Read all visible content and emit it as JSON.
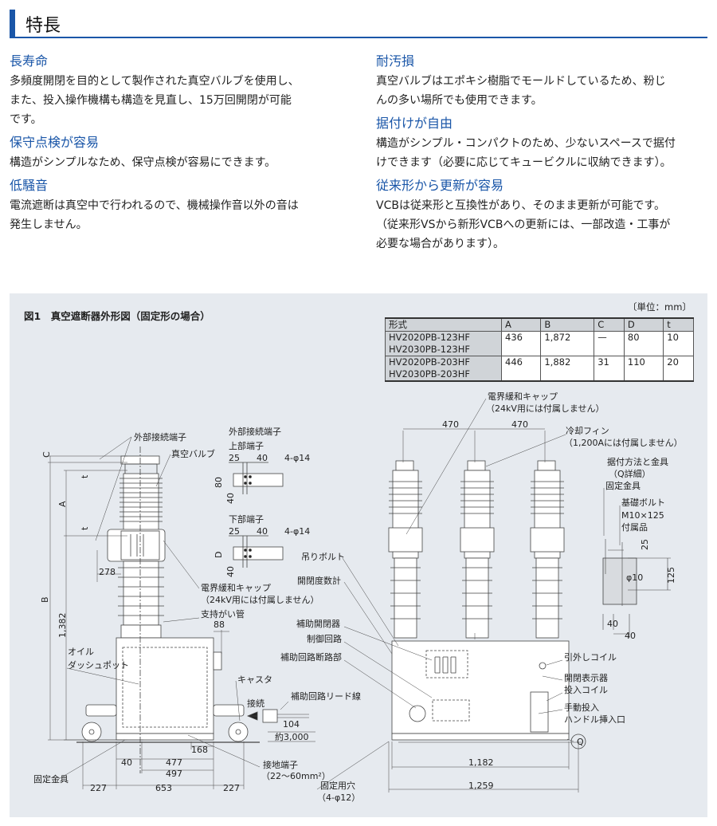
{
  "header": {
    "title": "特長"
  },
  "features_left": [
    {
      "title": "長寿命",
      "lines": [
        "多頻度開閉を目的として製作された真空バルブを使用し、",
        "また、投入操作機構も構造を見直し、15万回開閉が可能",
        "です。"
      ]
    },
    {
      "title": "保守点検が容易",
      "lines": [
        "構造がシンプルなため、保守点検が容易にできます。"
      ]
    },
    {
      "title": "低騒音",
      "lines": [
        "電流遮断は真空中で行われるので、機械操作音以外の音は",
        "発生しません。"
      ]
    }
  ],
  "features_right": [
    {
      "title": "耐汚損",
      "lines": [
        "真空バルブはエポキシ樹脂でモールドしているため、粉じ",
        "んの多い場所でも使用できます。"
      ]
    },
    {
      "title": "据付けが自由",
      "lines": [
        "構造がシンプル・コンパクトのため、少ないスペースで据付",
        "けできます（必要に応じてキュービクルに収納できます）。"
      ]
    },
    {
      "title": "従来形から更新が容易",
      "lines": [
        "VCBは従来形と互換性があり、そのまま更新が可能です。",
        "（従来形VSから新形VCBへの更新には、一部改造・工事が",
        "必要な場合があります）。"
      ]
    }
  ],
  "figure": {
    "title": "図1　真空遮断器外形図（固定形の場合）",
    "unit": "〔単位：mm〕",
    "table": {
      "headers": [
        "形式",
        "A",
        "B",
        "C",
        "D",
        "t"
      ],
      "rows": [
        {
          "model1": "HV2020PB-123HF",
          "model2": "HV2030PB-123HF",
          "A": "436",
          "B": "1,872",
          "C": "—",
          "D": "80",
          "t": "10"
        },
        {
          "model1": "HV2020PB-203HF",
          "model2": "HV2030PB-203HF",
          "A": "446",
          "B": "1,882",
          "C": "31",
          "D": "110",
          "t": "20"
        }
      ]
    },
    "left_labels": {
      "ext_terminal": "外部接続端子",
      "vacuum_valve": "真空バルブ",
      "ext_terminal2": "外部接続端子",
      "upper_terminal": "上部端子",
      "lower_terminal": "下部端子",
      "d25": "25",
      "d40": "40",
      "hole": "4-φ14",
      "d80": "80",
      "dD": "D",
      "C": "C",
      "t": "t",
      "A": "A",
      "B": "B",
      "d1382": "1,382",
      "d278": "278",
      "cap": "電界緩和キャップ",
      "cap_note": "（24kV用には付属しません）",
      "insulator": "支持がい管",
      "d88": "88",
      "oil": "オイル",
      "dashpot": "ダッシュポット",
      "caster": "キャスタ",
      "connect": "接続",
      "lead": "補助回路リード線",
      "d104": "104",
      "d3000": "約3,000",
      "d168": "168",
      "d477": "477",
      "d497": "497",
      "d227": "227",
      "d653": "653",
      "fix_bracket": "固定金具",
      "ground": "接地端子",
      "ground_note": "（22〜60mm²）"
    },
    "right_labels": {
      "hang_bolt": "吊りボルト",
      "counter": "開閉度数計",
      "aux_switch": "補助開閉器",
      "control": "制御回路",
      "aux_disc": "補助回路断路部",
      "cap": "電界緩和キャップ",
      "cap_note": "（24kV用には付属しません）",
      "d470": "470",
      "fin": "冷却フィン",
      "fin_note": "（1,200Aには付属しません）",
      "install": "据付方法と金具",
      "q_detail": "（Q詳細）",
      "fix_bracket": "固定金具",
      "anchor": "基礎ボルト",
      "anchor_size": "M10×125",
      "accessory": "付属品",
      "d25": "25",
      "phi10": "φ10",
      "d125": "125",
      "d40": "40",
      "trip_coil": "引外しコイル",
      "indicator": "開閉表示器",
      "close_coil": "投入コイル",
      "manual1": "手動投入",
      "manual2": "ハンドル挿入口",
      "Q": "Q",
      "fix_hole": "固定用穴",
      "fix_hole_note": "（4-φ12）",
      "d1182": "1,182",
      "d1259": "1,259"
    }
  }
}
